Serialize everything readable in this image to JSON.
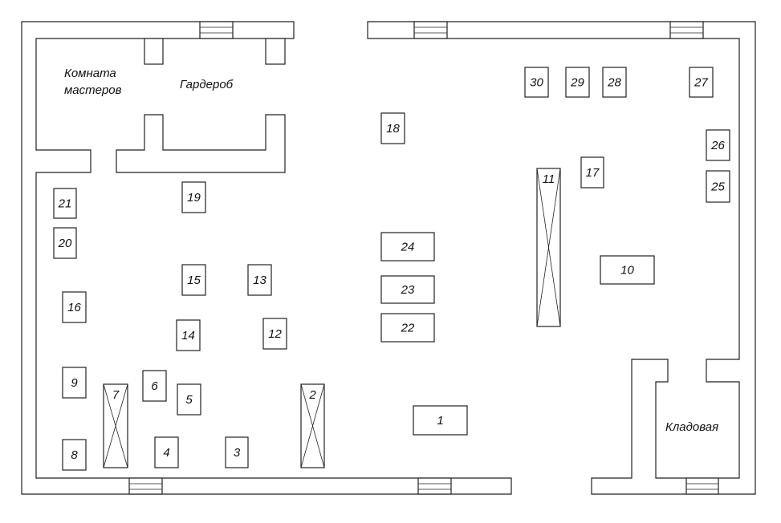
{
  "rooms": {
    "masters_room_line1": "Комната",
    "masters_room_line2": "мастеров",
    "wardrobe": "Гардероб",
    "storage": "Кладовая"
  },
  "equipment": [
    "1",
    "2",
    "3",
    "4",
    "5",
    "6",
    "7",
    "8",
    "9",
    "10",
    "11",
    "12",
    "13",
    "14",
    "15",
    "16",
    "17",
    "18",
    "19",
    "20",
    "21",
    "22",
    "23",
    "24",
    "25",
    "26",
    "27",
    "28",
    "29",
    "30"
  ],
  "colors": {
    "line": "#222222",
    "background": "#ffffff"
  }
}
